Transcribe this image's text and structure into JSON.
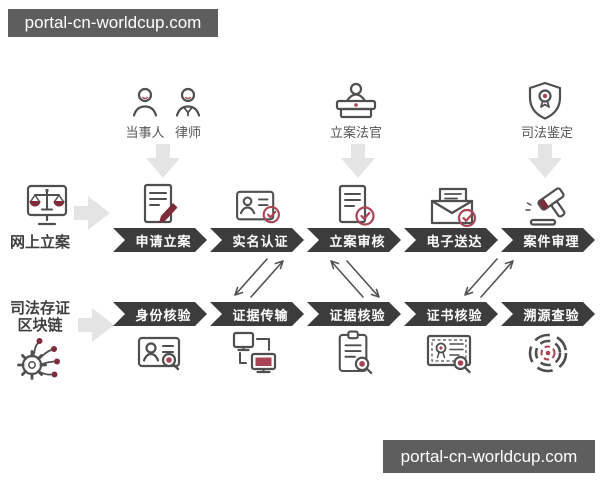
{
  "watermarks": {
    "top_left": "portal-cn-worldcup.com",
    "bottom_right": "portal-cn-worldcup.com"
  },
  "actors": [
    {
      "label": "当事人",
      "icon": "person-icon"
    },
    {
      "label": "律师",
      "icon": "lawyer-icon"
    },
    {
      "label": "立案法官",
      "icon": "judge-icon"
    },
    {
      "label": "司法鉴定",
      "icon": "shield-badge-icon"
    }
  ],
  "lanes": {
    "online_filing": {
      "title": "网上立案",
      "icon": "monitor-scales-icon"
    },
    "blockchain": {
      "title_line1": "司法存证",
      "title_line2": "区块链",
      "icon": "gear-network-icon"
    }
  },
  "top_flow": {
    "steps": [
      {
        "label": "申请立案",
        "icon": "document-pen-icon"
      },
      {
        "label": "实名认证",
        "icon": "idcard-check-icon"
      },
      {
        "label": "立案审核",
        "icon": "document-check-icon"
      },
      {
        "label": "电子送达",
        "icon": "envelope-check-icon"
      },
      {
        "label": "案件审理",
        "icon": "gavel-icon"
      }
    ]
  },
  "bottom_flow": {
    "steps": [
      {
        "label": "身份核验",
        "icon": "idcard-magnifier-icon"
      },
      {
        "label": "证据传输",
        "icon": "network-transfer-icon"
      },
      {
        "label": "证据核验",
        "icon": "clipboard-magnifier-icon"
      },
      {
        "label": "证书核验",
        "icon": "certificate-magnifier-icon"
      },
      {
        "label": "溯源查验",
        "icon": "target-icon"
      }
    ]
  },
  "connectors": [
    {
      "from": "实名认证",
      "to": "证据传输",
      "type": "bidirectional",
      "slant": "/"
    },
    {
      "from": "立案审核",
      "to": "证据核验",
      "type": "bidirectional",
      "slant": "\\"
    },
    {
      "from": "案件审理",
      "to": "证书核验",
      "type": "bidirectional",
      "slant": "/"
    }
  ],
  "colors": {
    "chevron_dark": "#3c3c3c",
    "watermark_bg": "#5e5e5e",
    "icon_gray": "#4f4f4f",
    "accent_red": "#a84455",
    "accent_maroon": "#7e2b3a",
    "light_arrow": "#e4e4e4",
    "connector_gray": "#555555",
    "label_gray": "#555555",
    "title_gray": "#3f3f3f"
  }
}
